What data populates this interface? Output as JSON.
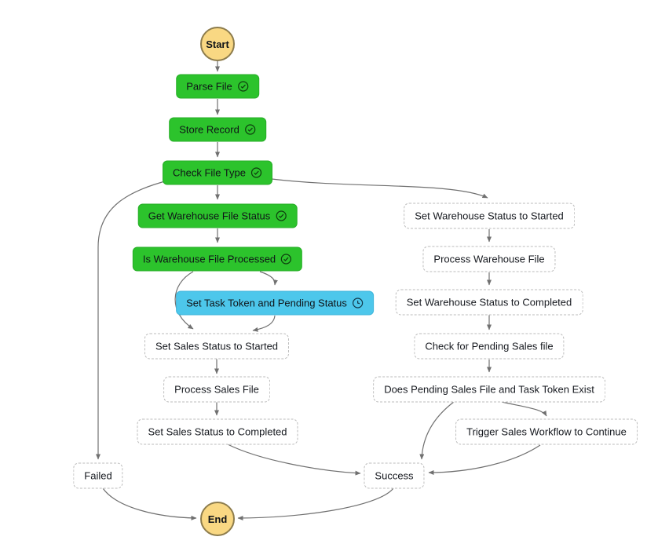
{
  "diagram": {
    "type": "state-machine-workflow-graph",
    "background": "#ffffff",
    "colors": {
      "succeeded_fill": "#2CC32C",
      "in_progress_fill": "#4DC7EB",
      "terminal_fill": "#F9D883",
      "terminal_border": "#8D7C4C",
      "pending_border": "#BBBBBB",
      "edge": "#707070"
    },
    "icons": {
      "succeeded": "check-circle-icon",
      "in_progress": "clock-icon"
    },
    "nodes": {
      "start": {
        "label": "Start",
        "status": "terminal"
      },
      "parse_file": {
        "label": "Parse File",
        "status": "succeeded"
      },
      "store_record": {
        "label": "Store Record",
        "status": "succeeded"
      },
      "check_file_type": {
        "label": "Check File Type",
        "status": "succeeded"
      },
      "get_warehouse_file_status": {
        "label": "Get Warehouse File Status",
        "status": "succeeded"
      },
      "is_warehouse_file_processed": {
        "label": "Is Warehouse File Processed",
        "status": "succeeded"
      },
      "set_task_token_and_pending_status": {
        "label": "Set Task Token and Pending Status",
        "status": "in_progress"
      },
      "set_sales_status_to_started": {
        "label": "Set Sales Status to Started",
        "status": "not_started"
      },
      "process_sales_file": {
        "label": "Process Sales File",
        "status": "not_started"
      },
      "set_sales_status_to_completed": {
        "label": "Set Sales Status to Completed",
        "status": "not_started"
      },
      "set_warehouse_status_to_started": {
        "label": "Set Warehouse Status to Started",
        "status": "not_started"
      },
      "process_warehouse_file": {
        "label": "Process Warehouse File",
        "status": "not_started"
      },
      "set_warehouse_status_to_completed": {
        "label": "Set Warehouse Status to Completed",
        "status": "not_started"
      },
      "check_for_pending_sales_file": {
        "label": "Check for Pending Sales file",
        "status": "not_started"
      },
      "does_pending_sales_file_and_task_token_exist": {
        "label": "Does Pending Sales File and Task Token Exist",
        "status": "not_started"
      },
      "trigger_sales_workflow_to_continue": {
        "label": "Trigger Sales Workflow to Continue",
        "status": "not_started"
      },
      "failed": {
        "label": "Failed",
        "status": "not_started"
      },
      "success": {
        "label": "Success",
        "status": "not_started"
      },
      "end": {
        "label": "End",
        "status": "terminal"
      }
    }
  }
}
